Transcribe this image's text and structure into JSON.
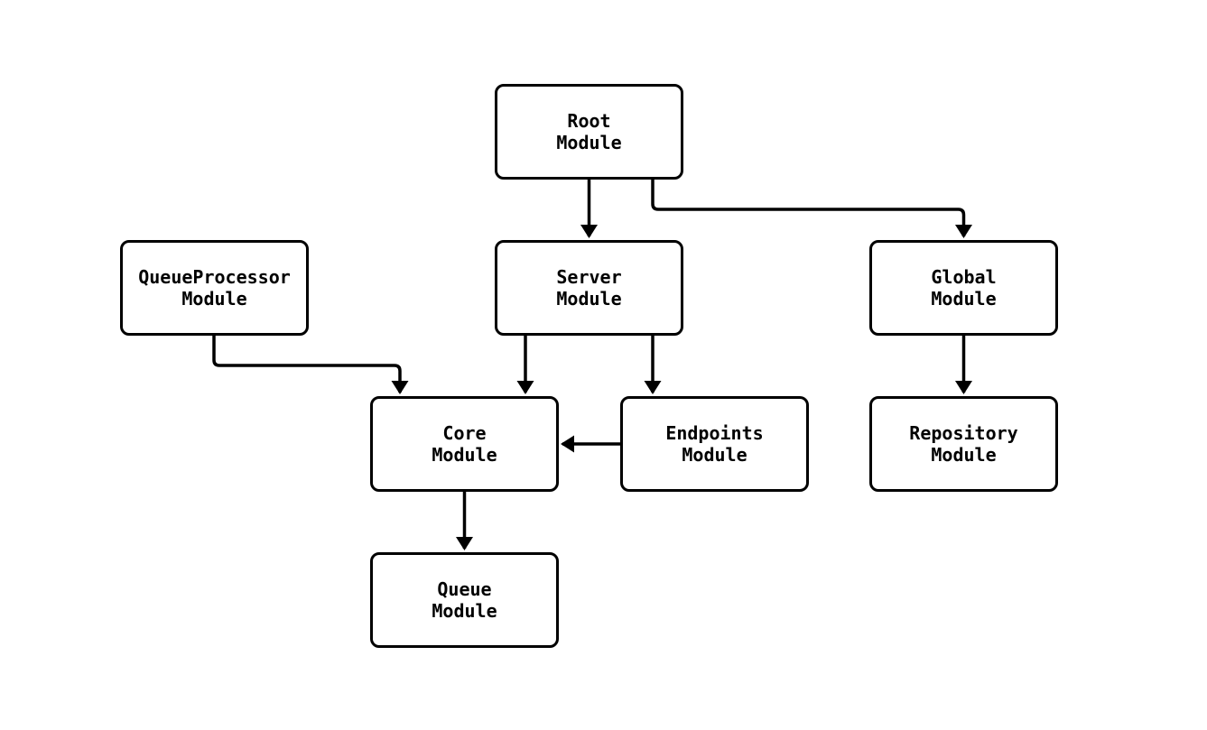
{
  "diagram": {
    "type": "flowchart",
    "background_color": "#ffffff",
    "node_fill_color": "#ffffff",
    "node_border_color": "#000000",
    "edge_color": "#000000",
    "text_color": "#000000",
    "nodes": {
      "root": {
        "line1": "Root",
        "line2": "Module"
      },
      "queueprocessor": {
        "line1": "QueueProcessor",
        "line2": "Module"
      },
      "server": {
        "line1": "Server",
        "line2": "Module"
      },
      "global": {
        "line1": "Global",
        "line2": "Module"
      },
      "core": {
        "line1": "Core",
        "line2": "Module"
      },
      "endpoints": {
        "line1": "Endpoints",
        "line2": "Module"
      },
      "repository": {
        "line1": "Repository",
        "line2": "Module"
      },
      "queue": {
        "line1": "Queue",
        "line2": "Module"
      }
    },
    "edges": [
      {
        "from": "Root Module",
        "to": "Server Module"
      },
      {
        "from": "Root Module",
        "to": "Global Module"
      },
      {
        "from": "QueueProcessor Module",
        "to": "Core Module"
      },
      {
        "from": "Server Module",
        "to": "Core Module"
      },
      {
        "from": "Server Module",
        "to": "Endpoints Module"
      },
      {
        "from": "Endpoints Module",
        "to": "Core Module"
      },
      {
        "from": "Global Module",
        "to": "Repository Module"
      },
      {
        "from": "Core Module",
        "to": "Queue Module"
      }
    ]
  }
}
